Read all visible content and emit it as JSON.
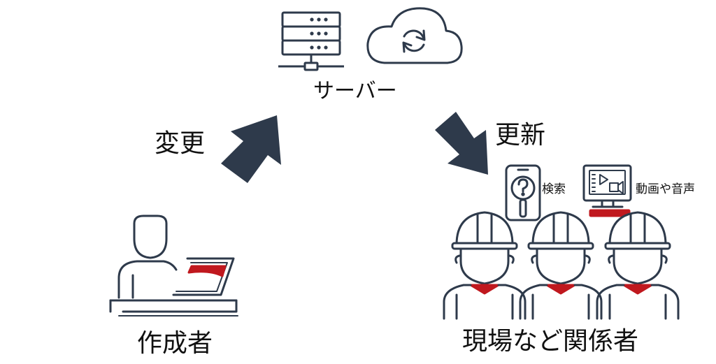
{
  "labels": {
    "server": "サーバー",
    "change": "変更",
    "update": "更新",
    "search": "検索",
    "media": "動画や音声",
    "author": "作成者",
    "site_people": "現場など関係者"
  },
  "colors": {
    "stroke": "#2e3a4b",
    "arrow": "#2e3a4b",
    "accent": "#c0181e",
    "background": "#ffffff"
  },
  "icons": [
    "server-icon",
    "cloud-sync-icon",
    "arrow-up-right-icon",
    "arrow-down-right-icon",
    "smartphone-search-icon",
    "monitor-video-icon",
    "author-with-tablet-icon",
    "worker-helmet-icon"
  ]
}
